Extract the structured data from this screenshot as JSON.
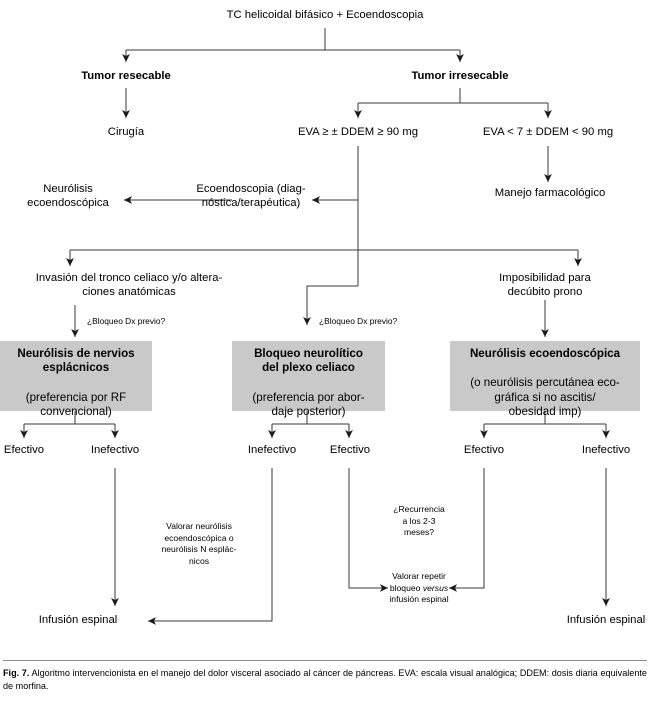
{
  "figure": {
    "label": "Fig. 7.",
    "caption": "Algoritmo intervencionista en el manejo del dolor visceral asociado al cáncer de páncreas. EVA: escala visual analógica; DDEM: dosis diaria equivalente de morfina."
  },
  "colors": {
    "box_fill": "#c9c9c9",
    "line": "#2b2b2b",
    "text": "#000000",
    "background": "#ffffff"
  },
  "nodes": {
    "root": "TC helicoidal bifásico + Ecoendoscopia",
    "resecable": "Tumor resecable",
    "irresecable": "Tumor irresecable",
    "cirugia": "Cirugía",
    "eva_high": "EVA ≥ ± DDEM ≥ 90 mg",
    "eva_low": "EVA < 7 ± DDEM < 90 mg",
    "ecoendoscopia": "Ecoendoscopia (diag-\nnóstica/terapéutica)",
    "neurolisis_eco": "Neurólisis\necoendoscópica",
    "manejo_farma": "Manejo farmacológico",
    "invasion": "Invasión del tronco celiaco y/o altera-\nciones anatómicas",
    "imposibilidad": "Imposibilidad para\ndecúbito prono",
    "bloqueo_dx_1": "¿Bloqueo Dx previo?",
    "bloqueo_dx_2": "¿Bloqueo Dx previo?"
  },
  "boxes": [
    {
      "id": "box-neurolisis-esplacnicos",
      "title": "Neurólisis de nervios\nesplácnicos",
      "sub": "(preferencia por RF\nconvencional)"
    },
    {
      "id": "box-bloqueo-plexo-celiaco",
      "title": "Bloqueo neurolítico\ndel plexo celiaco",
      "sub": "(preferencia por abor-\ndaje posterior)"
    },
    {
      "id": "box-neurolisis-ecoendoscopica",
      "title": "Neurólisis ecoendoscópica",
      "sub": "(o neurólisis percutánea eco-\ngráfica si no ascitis/\nobesidad imp)"
    }
  ],
  "outcomes": {
    "b1_left": "Efectivo",
    "b1_right": "Inefectivo",
    "b2_left": "Inefectivo",
    "b2_right": "Efectivo",
    "b3_left": "Efectivo",
    "b3_right": "Inefectivo"
  },
  "annotations": {
    "valorar_neurolisis": "Valorar neurólisis\necoendoscópica o\nneurólisis N esplác-\nnicos",
    "recurrencia": "¿Recurrencia\na los 2-3\nmeses?",
    "valorar_repetir_pre": "Valorar repetir\nbloqueo ",
    "valorar_repetir_ital": "versus",
    "valorar_repetir_post": "\ninfusión espinal"
  },
  "terminals": {
    "infusion_left": "Infusión espinal",
    "infusion_right": "Infusión espinal"
  }
}
